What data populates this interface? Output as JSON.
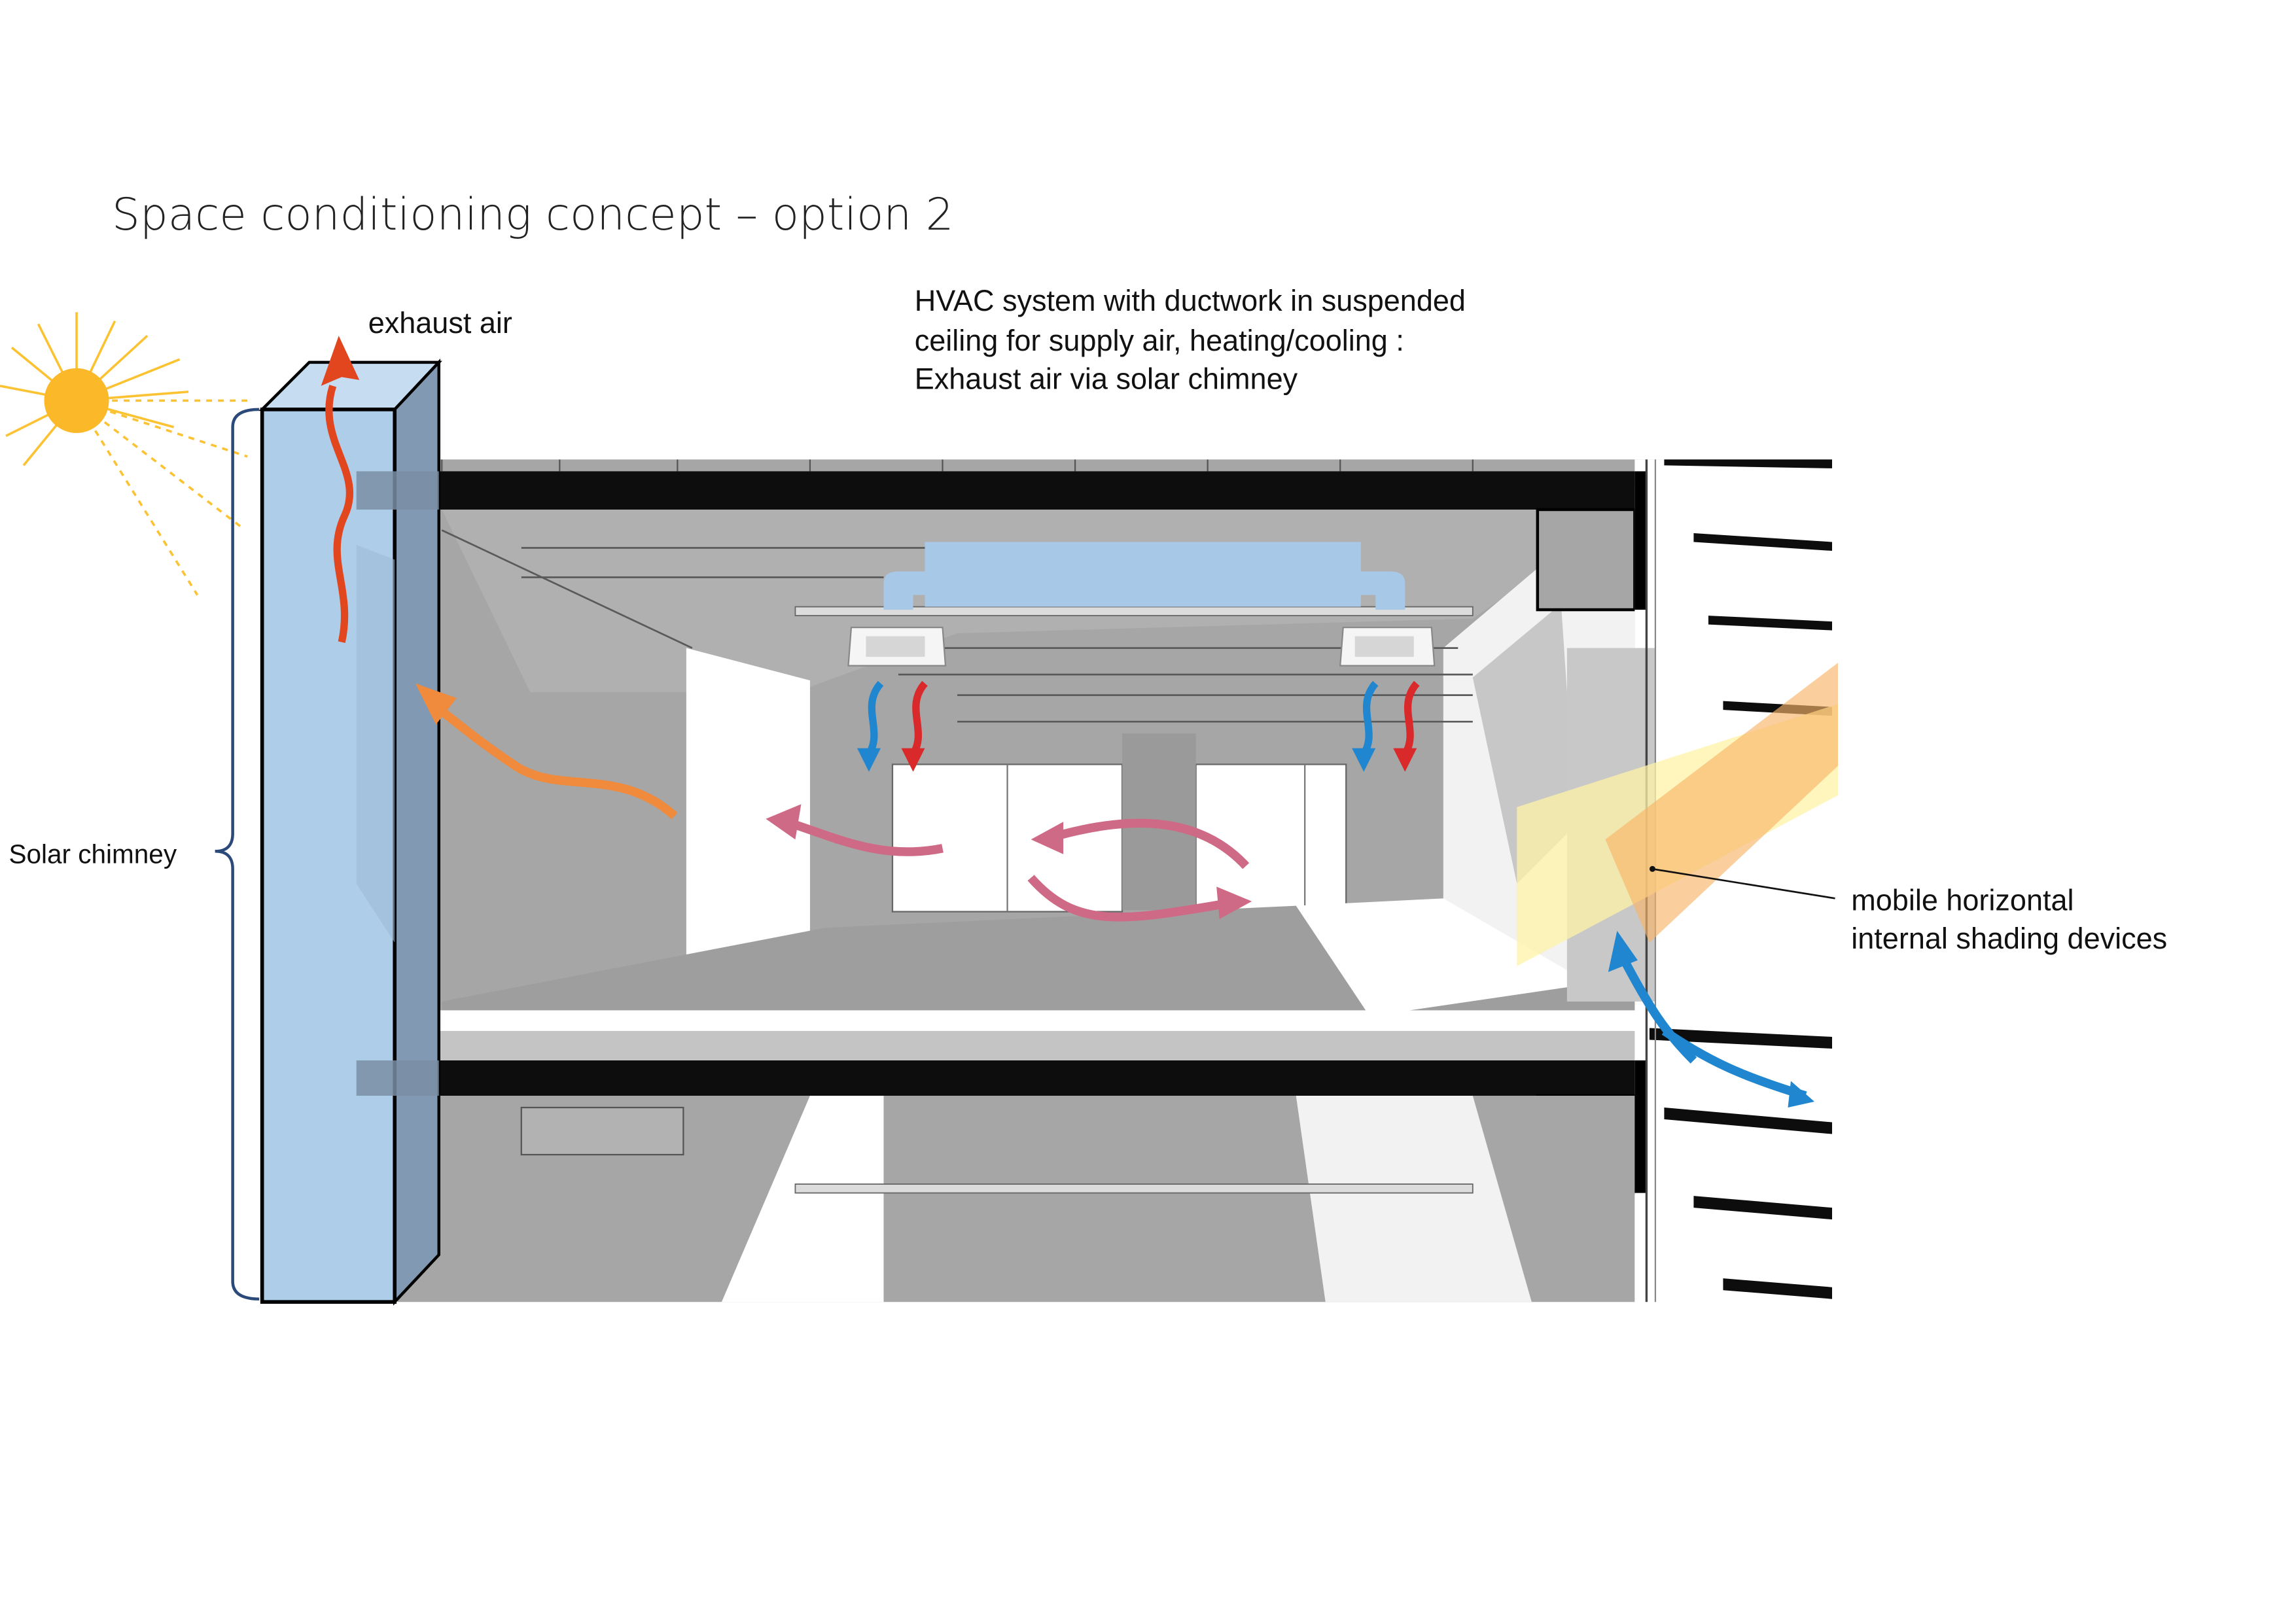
{
  "title": "Space conditioning concept – option 2",
  "labels": {
    "exhaust": "exhaust air",
    "hvac_1": "HVAC system with ductwork in suspended",
    "hvac_2": "ceiling for supply air, heating/cooling  :",
    "hvac_3": "Exhaust air via solar chimney",
    "chimney": "Solar chimney",
    "shading_1": "mobile horizontal",
    "shading_2": "internal shading devices"
  },
  "colors": {
    "sun": "#fbb829",
    "chimney_front": "#aecde9",
    "chimney_side": "#7f9bb5",
    "duct": "#a8c8e8",
    "exhaust_arrow": "#e2461e",
    "internal_arrow": "#f08a3c",
    "recirc_arrow": "#cf6a86",
    "supply_cold": "#1f86cf",
    "supply_warm": "#d9292a",
    "wall_grey": "#a3a3a3",
    "slab": "#0d0d0d"
  },
  "icons": [
    "sun-icon",
    "exhaust-arrow-icon",
    "supply-cold-arrow-icon",
    "supply-warm-arrow-icon",
    "recirculation-arrow-icon",
    "fresh-air-arrow-icon"
  ]
}
